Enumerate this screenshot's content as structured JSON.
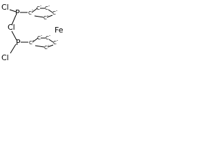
{
  "molecule": {
    "atoms": {
      "cl_top": "Cl",
      "p_top": "P",
      "cl_mid": "Cl",
      "fe": "Fe",
      "p_bottom": "P",
      "cl_bottom": "Cl",
      "carbon": "C",
      "charge": "-"
    }
  }
}
